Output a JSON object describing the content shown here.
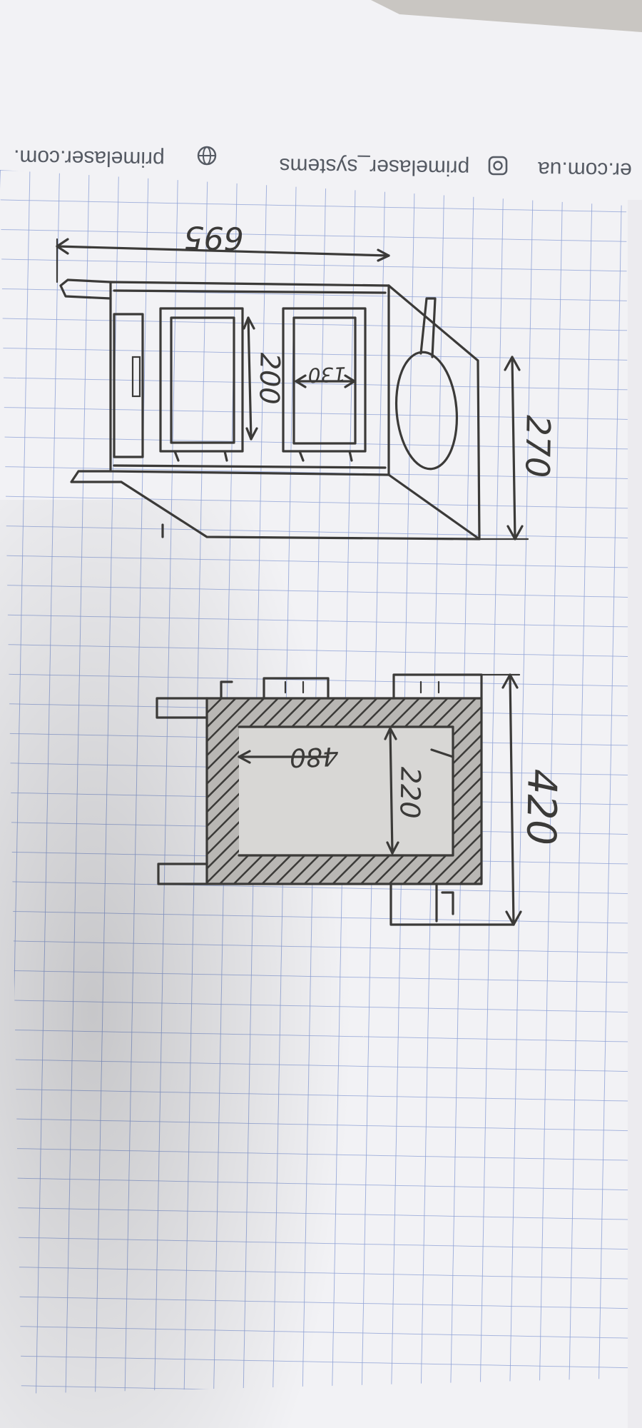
{
  "header_strip": {
    "site_fragment": "er.com.ua",
    "instagram_handle": "primelaser_systems",
    "website": "primelaser.com."
  },
  "drawing": {
    "dimension_695": "695",
    "dimension_270": "270",
    "dimension_200": "200",
    "dimension_130": "130",
    "dimension_420": "420",
    "dimension_220": "220",
    "dimension_480": "480"
  },
  "colors": {
    "paper": "#f4f4f6",
    "grid_line": "#8fa2d6",
    "pencil": "#3b3a38",
    "table": "#8b8577"
  },
  "icon_names": [
    "instagram-icon",
    "globe-icon"
  ]
}
